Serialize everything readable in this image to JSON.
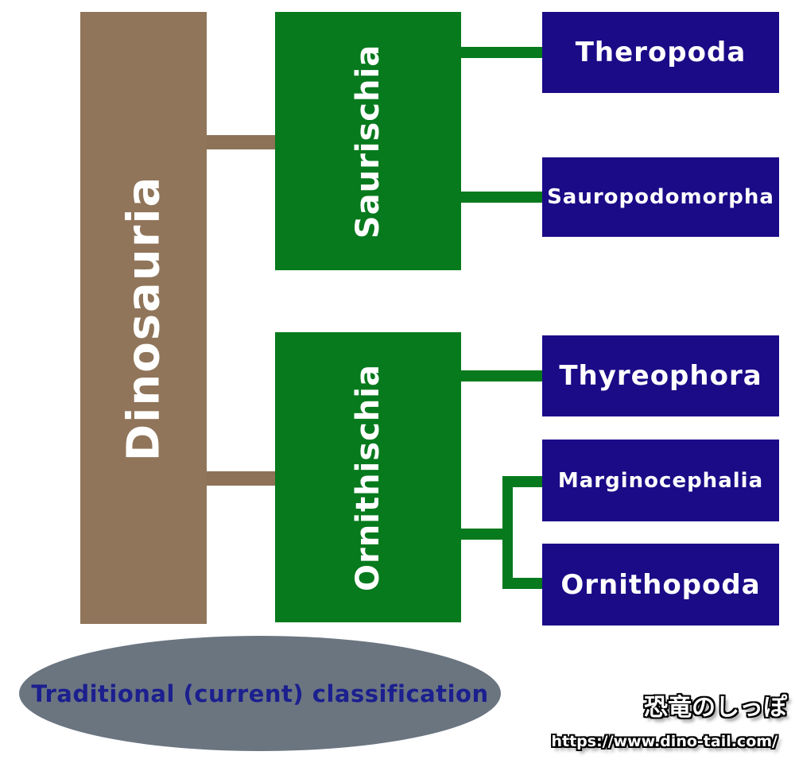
{
  "tree": {
    "root": "Dinosauria",
    "branches": [
      {
        "clade": "Saurischia",
        "children": [
          "Theropoda",
          "Sauropodomorpha"
        ]
      },
      {
        "clade": "Ornithischia",
        "children": [
          "Thyreophora",
          "Marginocephalia",
          "Ornithopoda"
        ]
      }
    ]
  },
  "caption": {
    "text": "Traditional (current) classification"
  },
  "watermark": {
    "site_name": "恐竜のしっぽ",
    "url": "https://www.dino-tail.com/"
  },
  "colors": {
    "root_box_brown": "#90755a",
    "clade_box_green": "#067a1d",
    "subgroup_box_navy": "#1b0b87",
    "connector_brown": "#8d7257",
    "connector_green": "#067a1d",
    "caption_ellipse_gray": "#6a7580",
    "caption_text_navy": "#1c1f8e",
    "box_label_white": "#ffffff"
  }
}
